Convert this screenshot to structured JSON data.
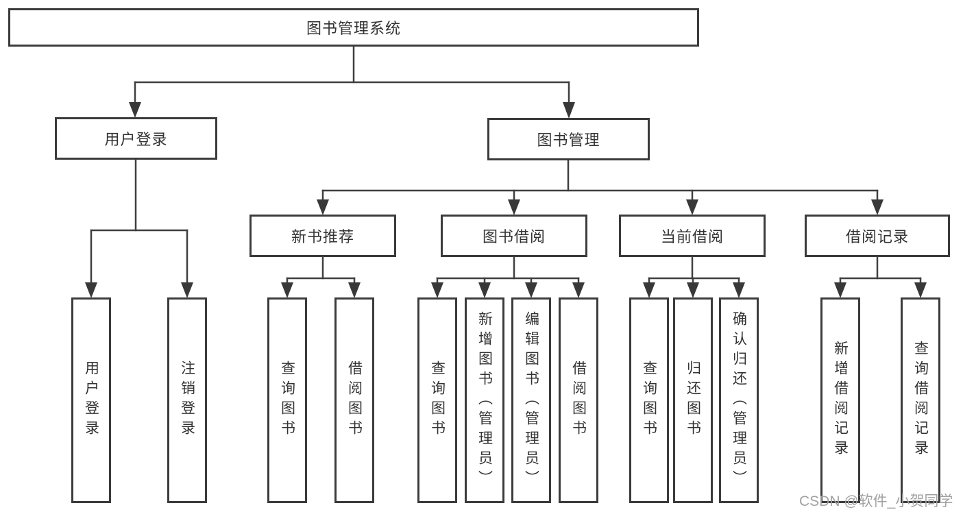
{
  "diagram": {
    "root": {
      "label": "图书管理系统"
    },
    "level2": [
      {
        "label": "用户登录"
      },
      {
        "label": "图书管理"
      }
    ],
    "level3": [
      {
        "label": "新书推荐",
        "parent": "图书管理"
      },
      {
        "label": "图书借阅",
        "parent": "图书管理"
      },
      {
        "label": "当前借阅",
        "parent": "图书管理"
      },
      {
        "label": "借阅记录",
        "parent": "图书管理"
      }
    ],
    "leaves": [
      {
        "label": "用户登录",
        "parent": "用户登录"
      },
      {
        "label": "注销登录",
        "parent": "用户登录"
      },
      {
        "label": "查询图书",
        "parent": "新书推荐"
      },
      {
        "label": "借阅图书",
        "parent": "新书推荐"
      },
      {
        "label": "查询图书",
        "parent": "图书借阅"
      },
      {
        "label": "新增图书（管理员）",
        "parent": "图书借阅"
      },
      {
        "label": "编辑图书（管理员）",
        "parent": "图书借阅"
      },
      {
        "label": "借阅图书",
        "parent": "图书借阅"
      },
      {
        "label": "查询图书",
        "parent": "当前借阅"
      },
      {
        "label": "归还图书",
        "parent": "当前借阅"
      },
      {
        "label": "确认归还（管理员）",
        "parent": "当前借阅"
      },
      {
        "label": "新增借阅记录",
        "parent": "借阅记录"
      },
      {
        "label": "查询借阅记录",
        "parent": "借阅记录"
      }
    ]
  },
  "watermark": {
    "text": "CSDN @软件_小贺同学"
  },
  "colors": {
    "line": "#3f3f3f",
    "box_border": "#3b3b3b",
    "box_fill": "#ffffff",
    "text": "#333333",
    "watermark": "#a2a2a2",
    "background": "#ffffff"
  }
}
